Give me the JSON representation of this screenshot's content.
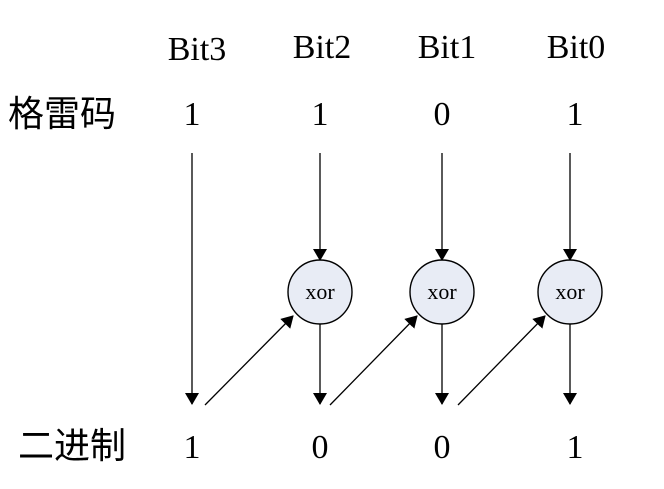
{
  "columns": [
    {
      "header": "Bit3",
      "gray": "1",
      "binary": "1"
    },
    {
      "header": "Bit2",
      "gray": "1",
      "binary": "0"
    },
    {
      "header": "Bit1",
      "gray": "0",
      "binary": "0"
    },
    {
      "header": "Bit0",
      "gray": "1",
      "binary": "1"
    }
  ],
  "row_labels": {
    "gray": "格雷码",
    "binary": "二进制"
  },
  "gates": [
    {
      "label": "xor"
    },
    {
      "label": "xor"
    },
    {
      "label": "xor"
    }
  ],
  "colors": {
    "gate_fill": "#e8ecf5",
    "line": "#000000",
    "text": "#000000"
  }
}
